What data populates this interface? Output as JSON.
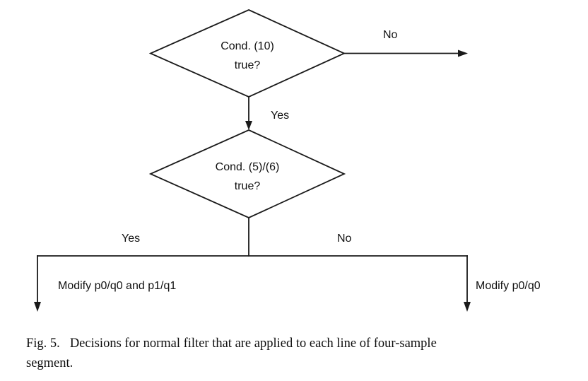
{
  "page": {
    "background": "#ffffff"
  },
  "flowchart": {
    "line_color": "#1a1a1a",
    "text_color": "#111111",
    "nodes": [
      {
        "id": "cond-10",
        "line1": "Cond. (10)",
        "line2": "true?"
      },
      {
        "id": "cond-5-6",
        "line1": "Cond. (5)/(6)",
        "line2": "true?"
      }
    ],
    "labels": {
      "no_top": "No",
      "yes_mid": "Yes",
      "yes_bottom": "Yes",
      "no_bottom": "No",
      "action_left": "Modify p0/q0 and p1/q1",
      "action_right": "Modify p0/q0"
    }
  },
  "caption": {
    "label": "Fig. 5.",
    "line1": "Decisions for normal filter that are applied to each line of four-sample",
    "line2": "segment."
  }
}
